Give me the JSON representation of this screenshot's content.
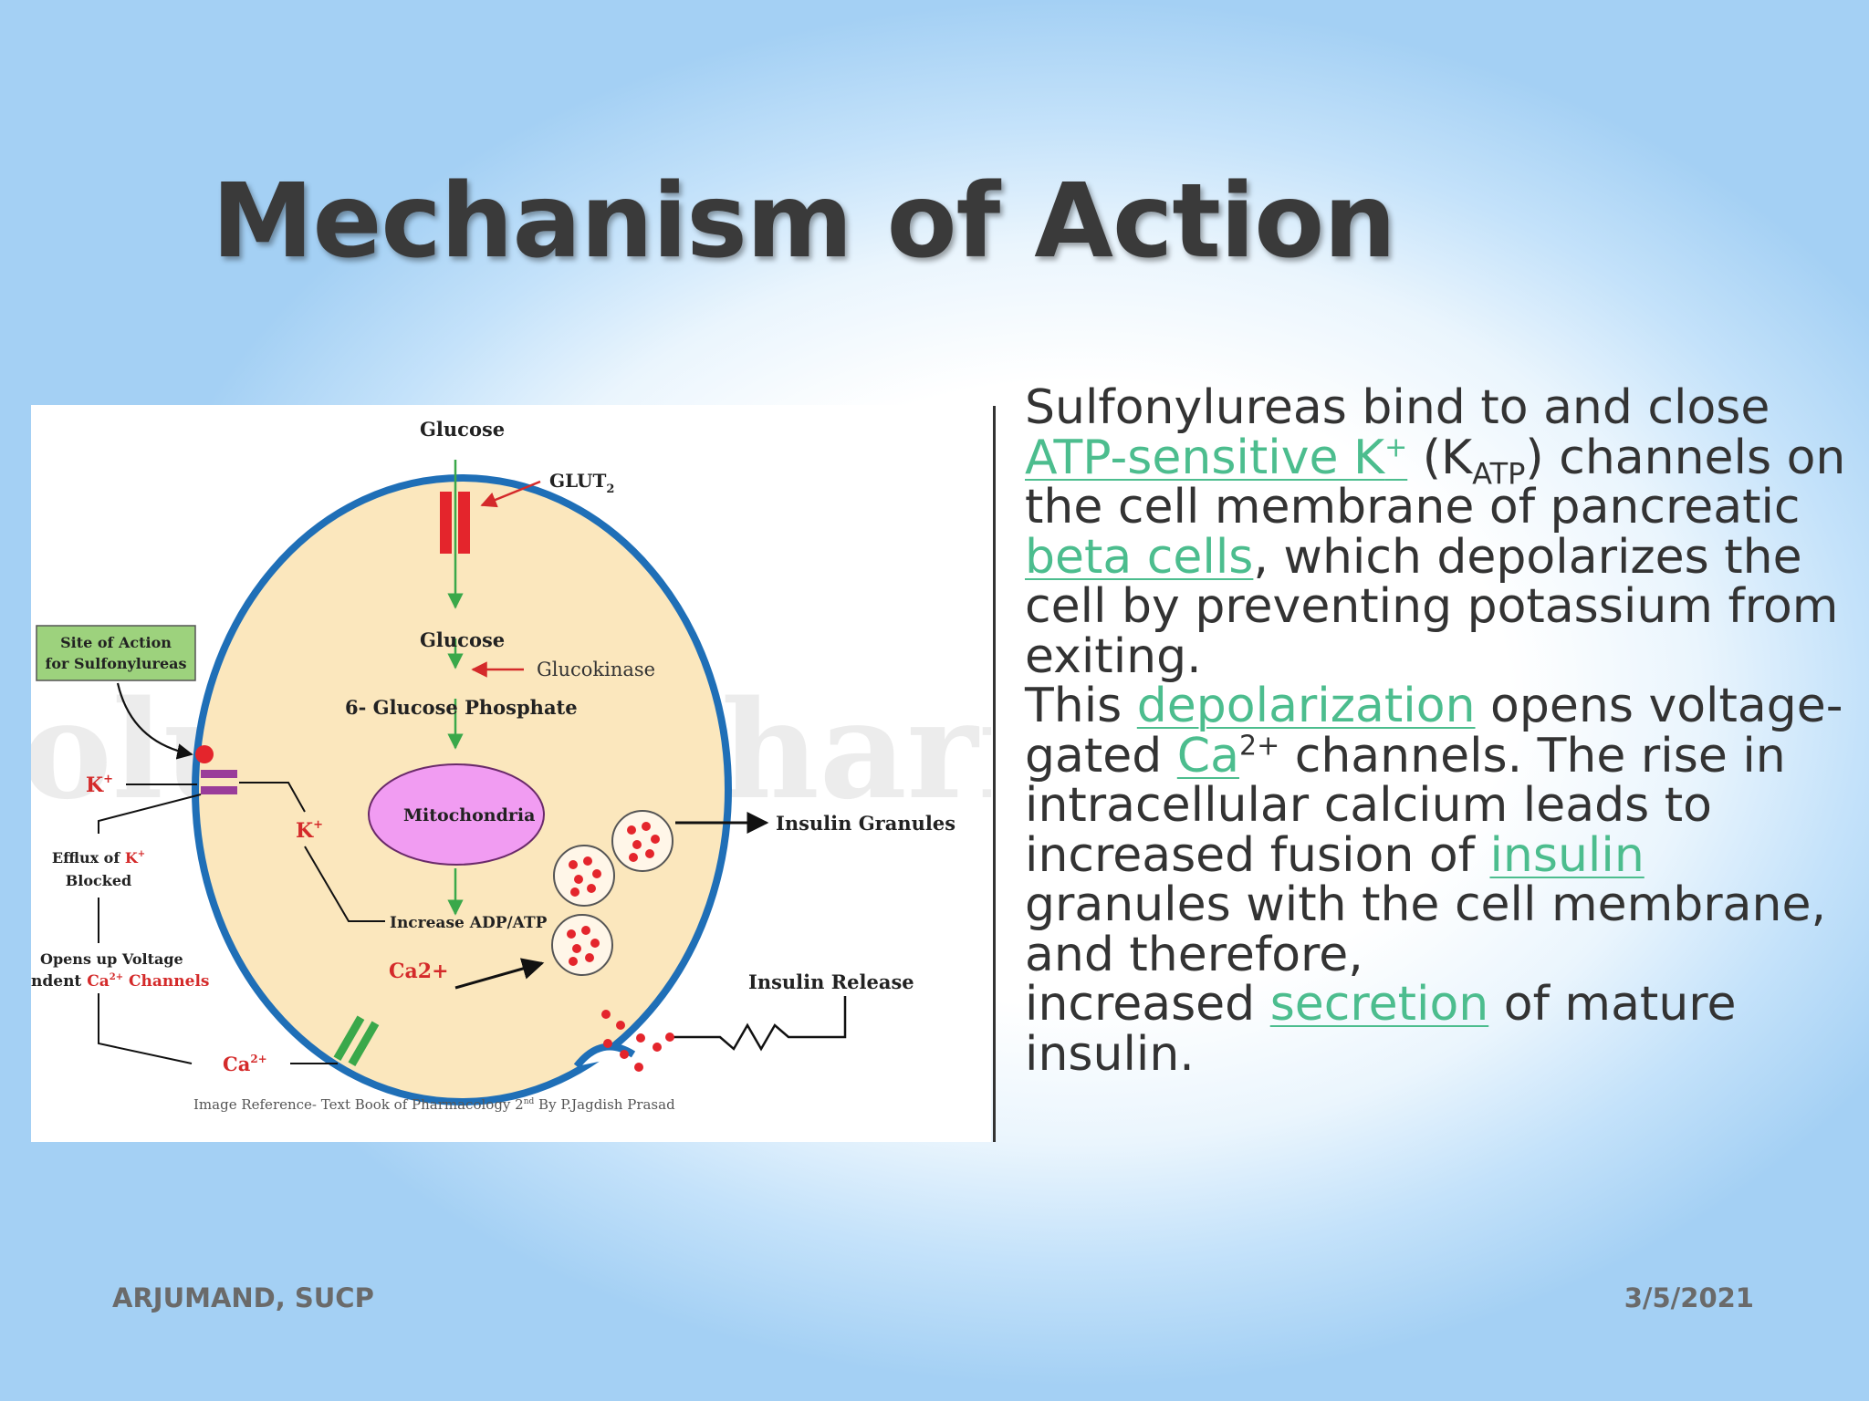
{
  "slide": {
    "title": "Mechanism of Action",
    "footer_left": "ARJUMAND, SUCP",
    "footer_right": "3/5/2021"
  },
  "text": {
    "p1_a": "Sulfonylureas bind to and close ",
    "link_atp": "ATP-sensitive K",
    "link_atp_sup": "+",
    "p1_b": " (K",
    "p1_sub": "ATP",
    "p1_c": ") channels on the cell membrane of pancreatic ",
    "link_beta": "beta cells",
    "p1_d": ", which depolarizes the cell by preventing potassium from exiting.",
    "p2_a": "This ",
    "link_depol": "depolarization",
    "p2_b": " opens voltage-gated ",
    "link_ca": "Ca",
    "p2_sup": "2+",
    "p2_c": " channels. The rise in intracellular calcium leads to increased fusion of ",
    "link_insulin": "insulin",
    "p2_d": " granules with the cell membrane, and therefore,",
    "p3_a": "increased ",
    "link_secretion": "secretion",
    "p3_b": " of mature insulin."
  },
  "diagram": {
    "glucose_top": "Glucose",
    "glut": "GLUT",
    "glut_sub": "2",
    "glucose_in": "Glucose",
    "glucokinase": "Glucokinase",
    "g6p": "6- Glucose Phosphate",
    "mitochondria": "Mitochondria",
    "insulin_granules": "Insulin Granules",
    "increase_adp": "Increase ADP/ATP",
    "ca_in": "Ca2+",
    "insulin_release": "Insulin Release",
    "site_line1": "Site of Action",
    "site_line2": "for Sulfonylureas",
    "k_out": "K",
    "k_out_sup": "+",
    "k_in": "K",
    "k_in_sup": "+",
    "efflux_line1": "Efflux of ",
    "efflux_k": "K",
    "efflux_k_sup": "+",
    "efflux_line2": "Blocked",
    "opens_line1": "Opens up Voltage",
    "opens_line2_a": "ndent ",
    "opens_line2_b": "Ca",
    "opens_line2_sup": "2+",
    "opens_line2_c": " Channels",
    "ca_bottom": "Ca",
    "ca_bottom_sup": "2+",
    "watermark": "olution-Pharmacy",
    "reference": "Image Reference- Text Book of Pharmacology 2",
    "reference_sup": "nd",
    "reference_b": " By P.Jagdish Prasad"
  },
  "colors": {
    "link": "#4cbd8e",
    "membrane": "#1f6fb7",
    "cytoplasm": "#fbe7bd",
    "granule_dot": "#e4252c",
    "mito": "#f19cf2",
    "arrow_green": "#3aa84a",
    "site_box": "#9dd27d"
  }
}
